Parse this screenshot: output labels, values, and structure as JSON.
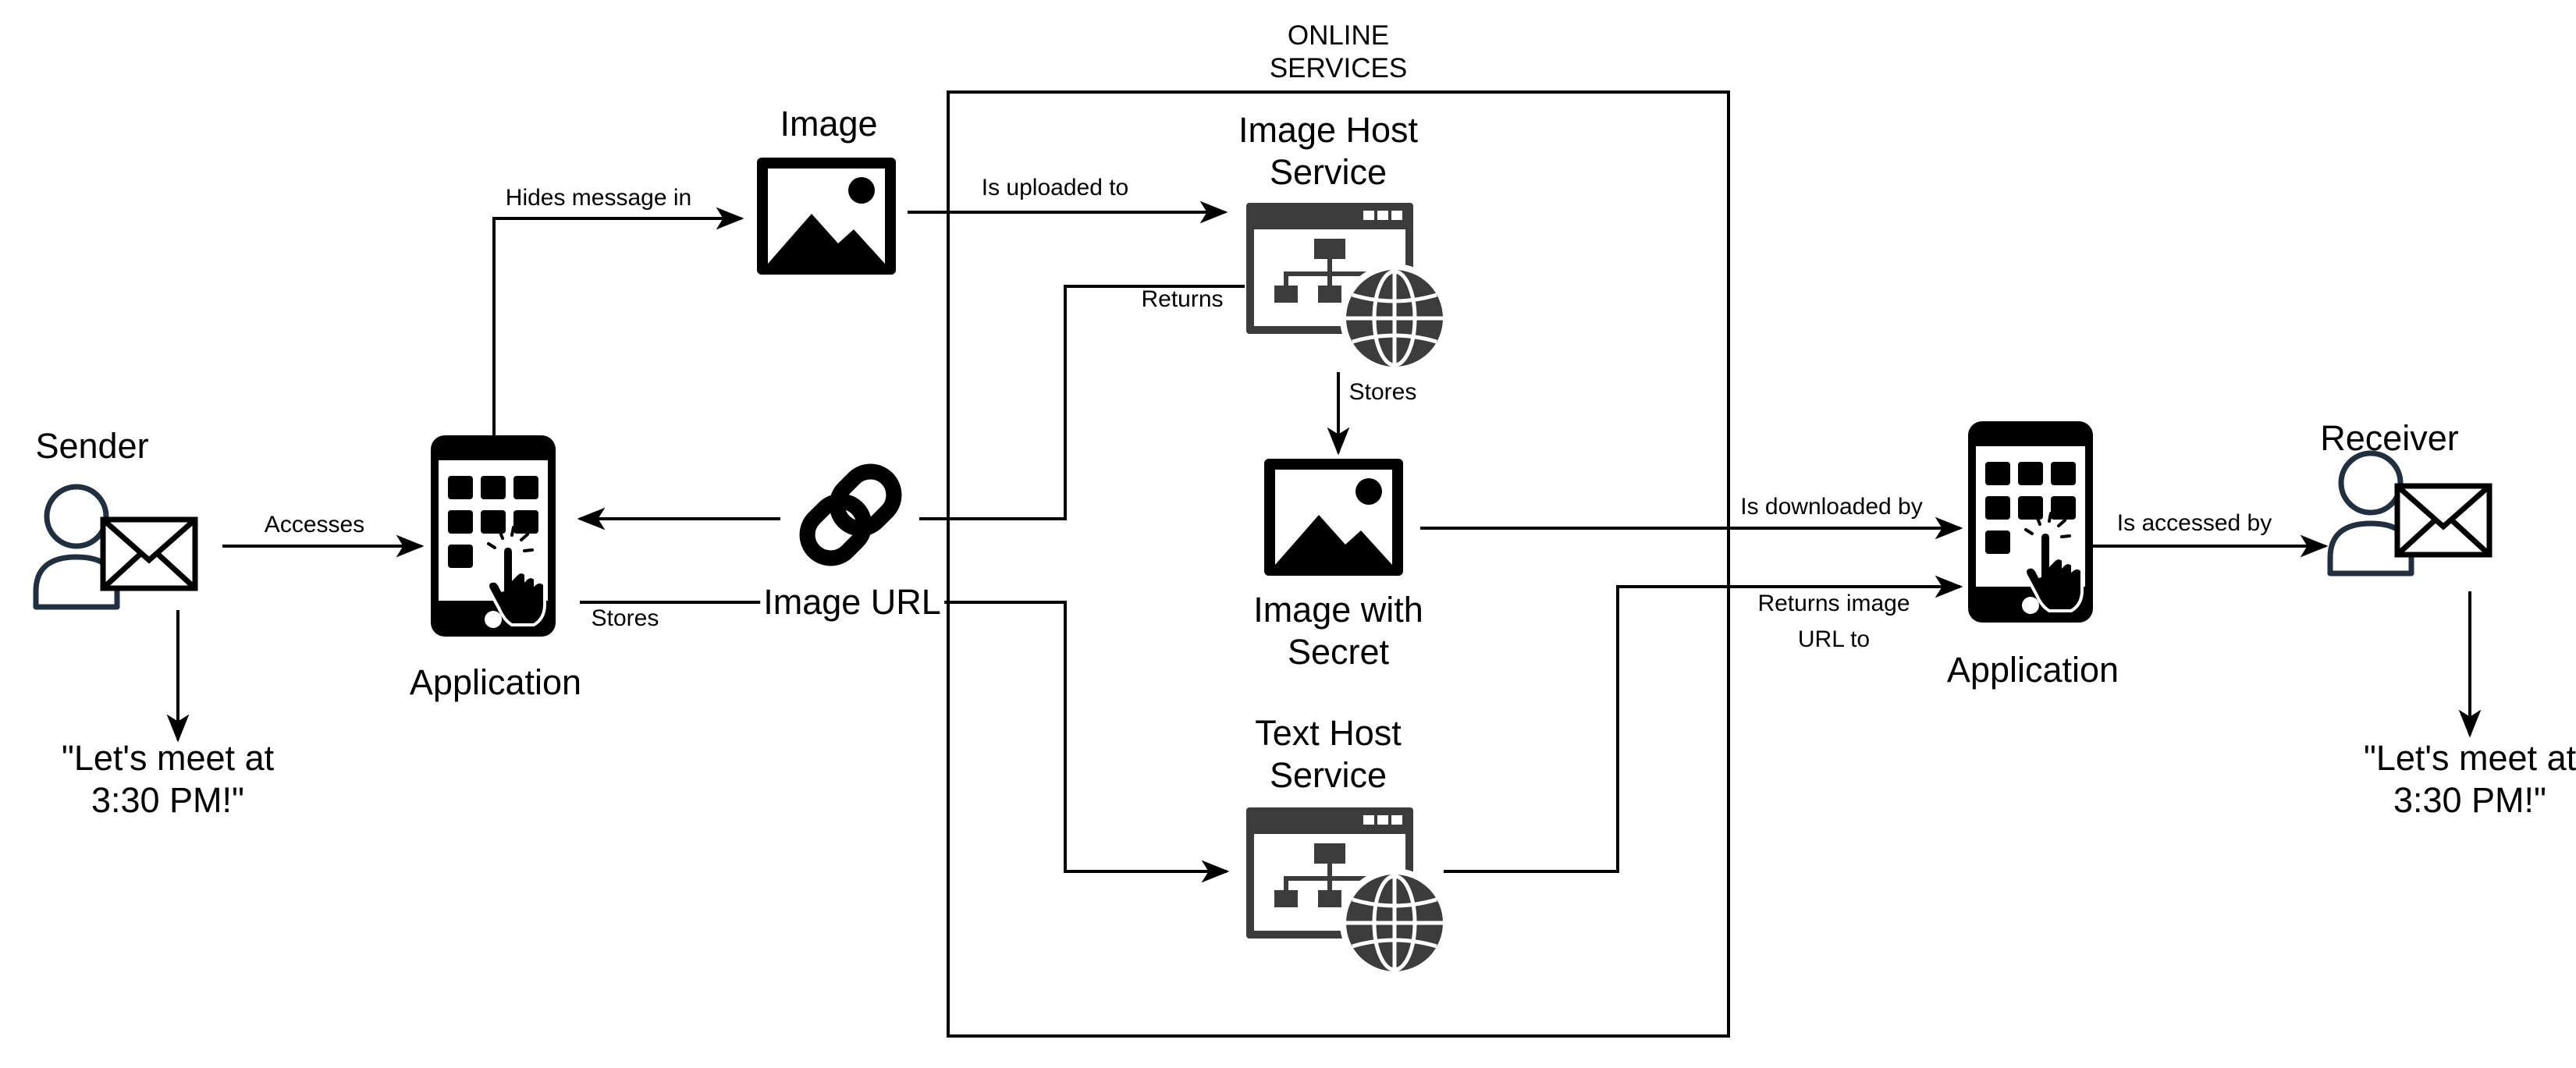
{
  "online_services": {
    "line1": "ONLINE",
    "line2": "SERVICES"
  },
  "nodes": {
    "sender": "Sender",
    "receiver": "Receiver",
    "sender_app": "Application",
    "receiver_app": "Application",
    "image": "Image",
    "image_host": {
      "line1": "Image Host",
      "line2": "Service"
    },
    "image_secret": {
      "line1": "Image with",
      "line2": "Secret"
    },
    "text_host": {
      "line1": "Text Host",
      "line2": "Service"
    },
    "image_url": "Image URL",
    "sender_message": {
      "line1": "\"Let's meet at",
      "line2": "3:30 PM!\""
    },
    "receiver_message": {
      "line1": "\"Let's meet at",
      "line2": "3:30 PM!\""
    }
  },
  "edges": {
    "accesses": "Accesses",
    "hides_message_in": "Hides message in",
    "is_uploaded_to": "Is uploaded to",
    "returns": "Returns",
    "stores_host": "Stores",
    "stores_app": "Stores",
    "is_downloaded_by": "Is downloaded by",
    "returns_image_url_to": {
      "line1": "Returns image",
      "line2": "URL to"
    },
    "is_accessed_by": "Is accessed by"
  },
  "icons": {
    "user": "user-icon",
    "envelope": "envelope-icon",
    "smartphone": "smartphone-app-icon",
    "image": "image-icon",
    "web_service": "web-service-icon",
    "link": "link-icon"
  }
}
